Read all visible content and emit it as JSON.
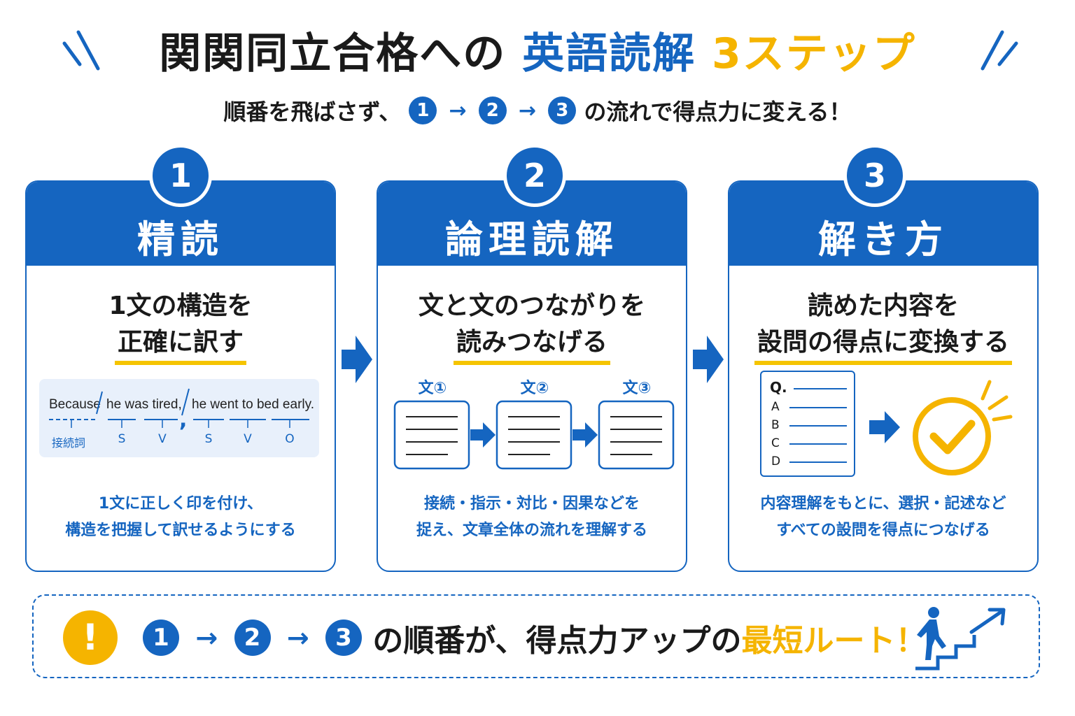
{
  "header": {
    "title_prefix": "関関同立合格への",
    "title_blue": "英語読解",
    "title_yellow": "3ステップ",
    "subtitle_prefix": "順番を飛ばさず、",
    "subtitle_suffix": "の流れで得点力に変える！",
    "step_numbers": [
      "1",
      "2",
      "3"
    ],
    "arrow": "→"
  },
  "steps": [
    {
      "number": "1",
      "title": "精読",
      "lead_line1": "1文の構造を",
      "lead_line2": "正確に訳す",
      "desc_line1": "1文に正しく印を付け、",
      "desc_line2": "構造を把握して訳せるようにする",
      "sentence": {
        "part1": "Because",
        "part2": "he was tired,",
        "part3": "he went to bed early.",
        "labels": [
          "接続詞",
          "S",
          "V",
          "S",
          "V",
          "O"
        ]
      }
    },
    {
      "number": "2",
      "title": "論理読解",
      "lead_line1": "文と文のつながりを",
      "lead_line2": "読みつなげる",
      "desc_line1": "接続・指示・対比・因果などを",
      "desc_line2": "捉え、文章全体の流れを理解する",
      "docs": [
        "文①",
        "文②",
        "文③"
      ]
    },
    {
      "number": "3",
      "title": "解き方",
      "lead_line1": "読めた内容を",
      "lead_line2": "設問の得点に変換する",
      "desc_line1": "内容理解をもとに、選択・記述など",
      "desc_line2": "すべての設問を得点につなげる",
      "question": {
        "q": "Q.",
        "options": [
          "A",
          "B",
          "C",
          "D"
        ]
      }
    }
  ],
  "banner": {
    "exclamation": "!",
    "numbers": [
      "1",
      "2",
      "3"
    ],
    "arrow": "→",
    "text_main": "の順番が、得点力アップの",
    "text_highlight": "最短ルート！"
  },
  "colors": {
    "primary_blue": "#1565c0",
    "accent_yellow": "#f5b400"
  }
}
